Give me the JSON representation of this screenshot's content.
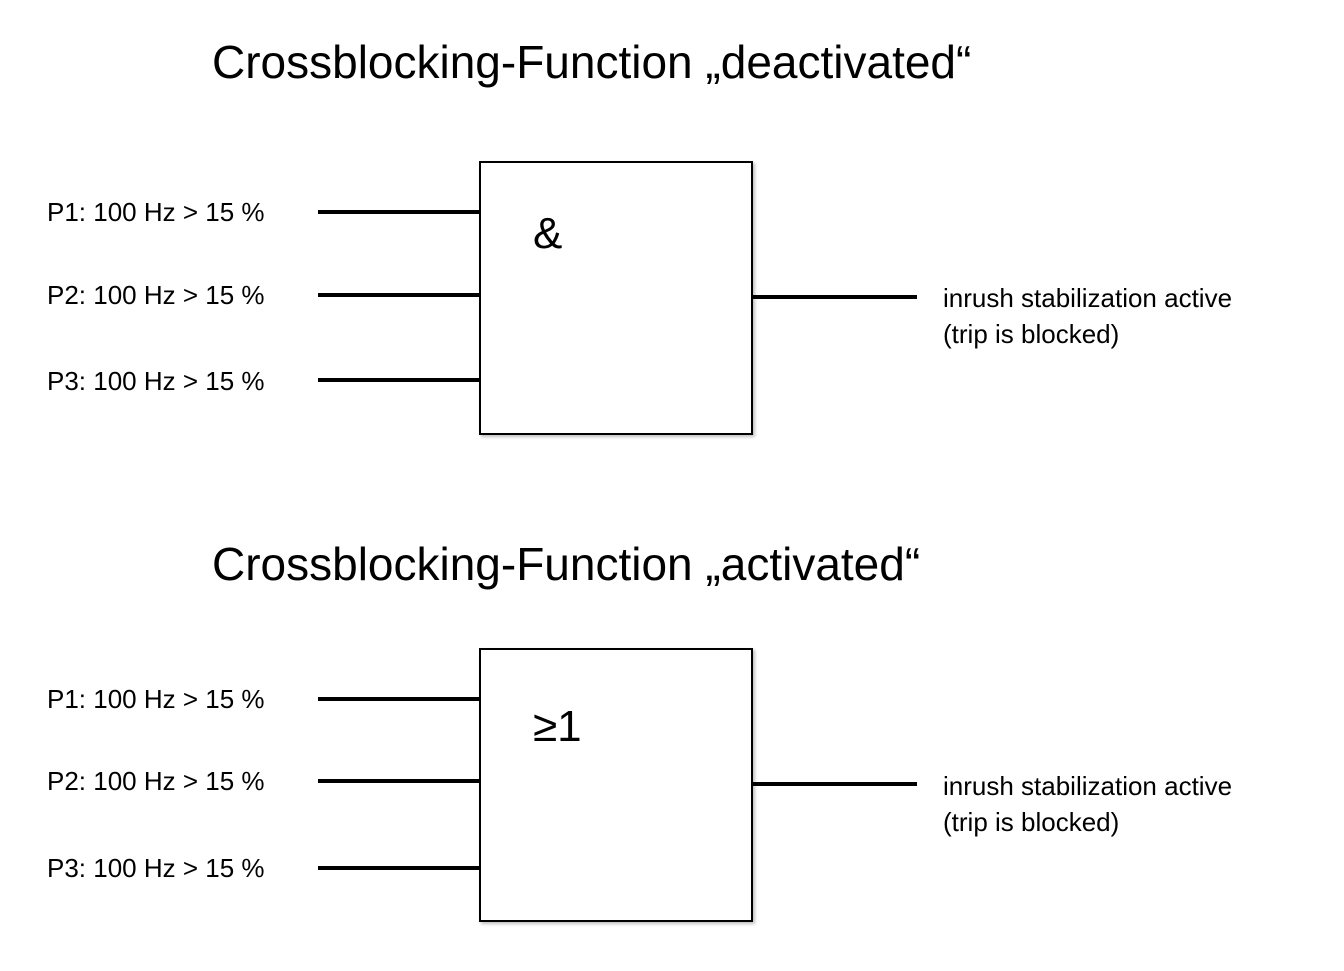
{
  "diagrams": [
    {
      "title": "Crossblocking-Function „deactivated“",
      "inputs": [
        "P1: 100 Hz > 15 %",
        "P2: 100 Hz > 15 %",
        "P3: 100 Hz > 15 %"
      ],
      "gate_symbol": "&",
      "output_line1": "inrush stabilization active",
      "output_line2": "(trip is blocked)"
    },
    {
      "title": "Crossblocking-Function „activated“",
      "inputs": [
        "P1: 100 Hz > 15 %",
        "P2: 100 Hz > 15 %",
        "P3: 100 Hz > 15 %"
      ],
      "gate_symbol": "≥1",
      "output_line1": "inrush stabilization active",
      "output_line2": "(trip is blocked)"
    }
  ]
}
